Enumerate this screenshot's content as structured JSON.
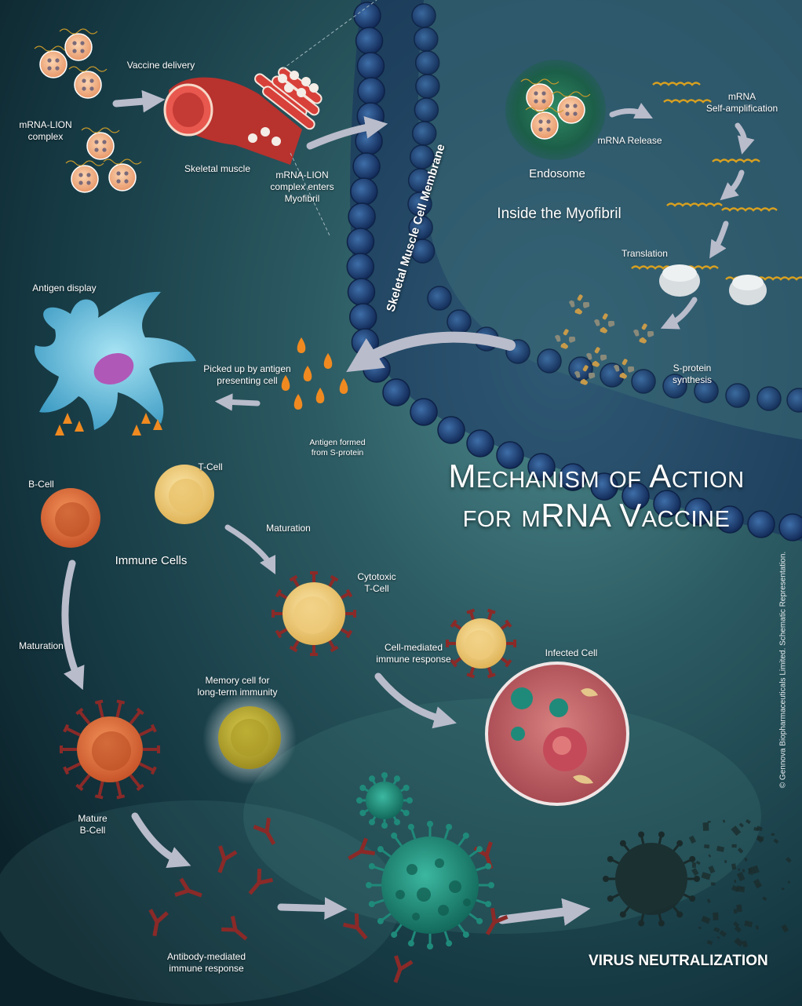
{
  "title": {
    "line1": "Mechanism of Action",
    "line2": "for mRNA Vaccine"
  },
  "labels": {
    "vaccine_delivery": "Vaccine delivery",
    "mrna_lion_complex": "mRNA-LION\ncomplex",
    "skeletal_muscle": "Skeletal muscle",
    "complex_enters": "mRNA-LION\ncomplex enters\nMyofibril",
    "membrane": "Skeletal Muscle Cell Membrane",
    "endosome": "Endosome",
    "mrna_release": "mRNA Release",
    "self_amplification": "mRNA\nSelf-amplification",
    "inside_myofibril": "Inside the Myofibril",
    "translation": "Translation",
    "s_protein_synthesis": "S-protein\nsynthesis",
    "antigen_display": "Antigen display",
    "picked_up": "Picked up by antigen\npresenting cell",
    "antigen_formed": "Antigen formed\nfrom S-protein",
    "b_cell": "B-Cell",
    "t_cell": "T-Cell",
    "immune_cells": "Immune Cells",
    "maturation_t": "Maturation",
    "cytotoxic_t_cell": "Cytotoxic\nT-Cell",
    "maturation_b": "Maturation",
    "memory_cell": "Memory cell for\nlong-term immunity",
    "cell_mediated": "Cell-mediated\nimmune response",
    "infected_cell": "Infected Cell",
    "mature_b_cell": "Mature\nB-Cell",
    "antibody_mediated": "Antibody-mediated\nimmune response",
    "virus_neutralization": "VIRUS NEUTRALIZATION",
    "copyright": "© Gennova Biopharmaceuticals Limited. Schematic Representation."
  },
  "colors": {
    "background_dark": "#0f2830",
    "background_teal": "#3f7a80",
    "membrane_blue": "#1e3a6e",
    "arrow": "#b9bccb",
    "lion_particle": "#f2b88a",
    "mrna_strand": "#d8a020",
    "b_cell": "#e0703c",
    "t_cell": "#f0d080",
    "memory_cell": "#c8b83a",
    "antibody": "#8a2a28",
    "virus": "#1f8a7a",
    "infected_cell": "#c86a6a",
    "apc": "#6ac0dc",
    "antigen": "#f08a20"
  }
}
